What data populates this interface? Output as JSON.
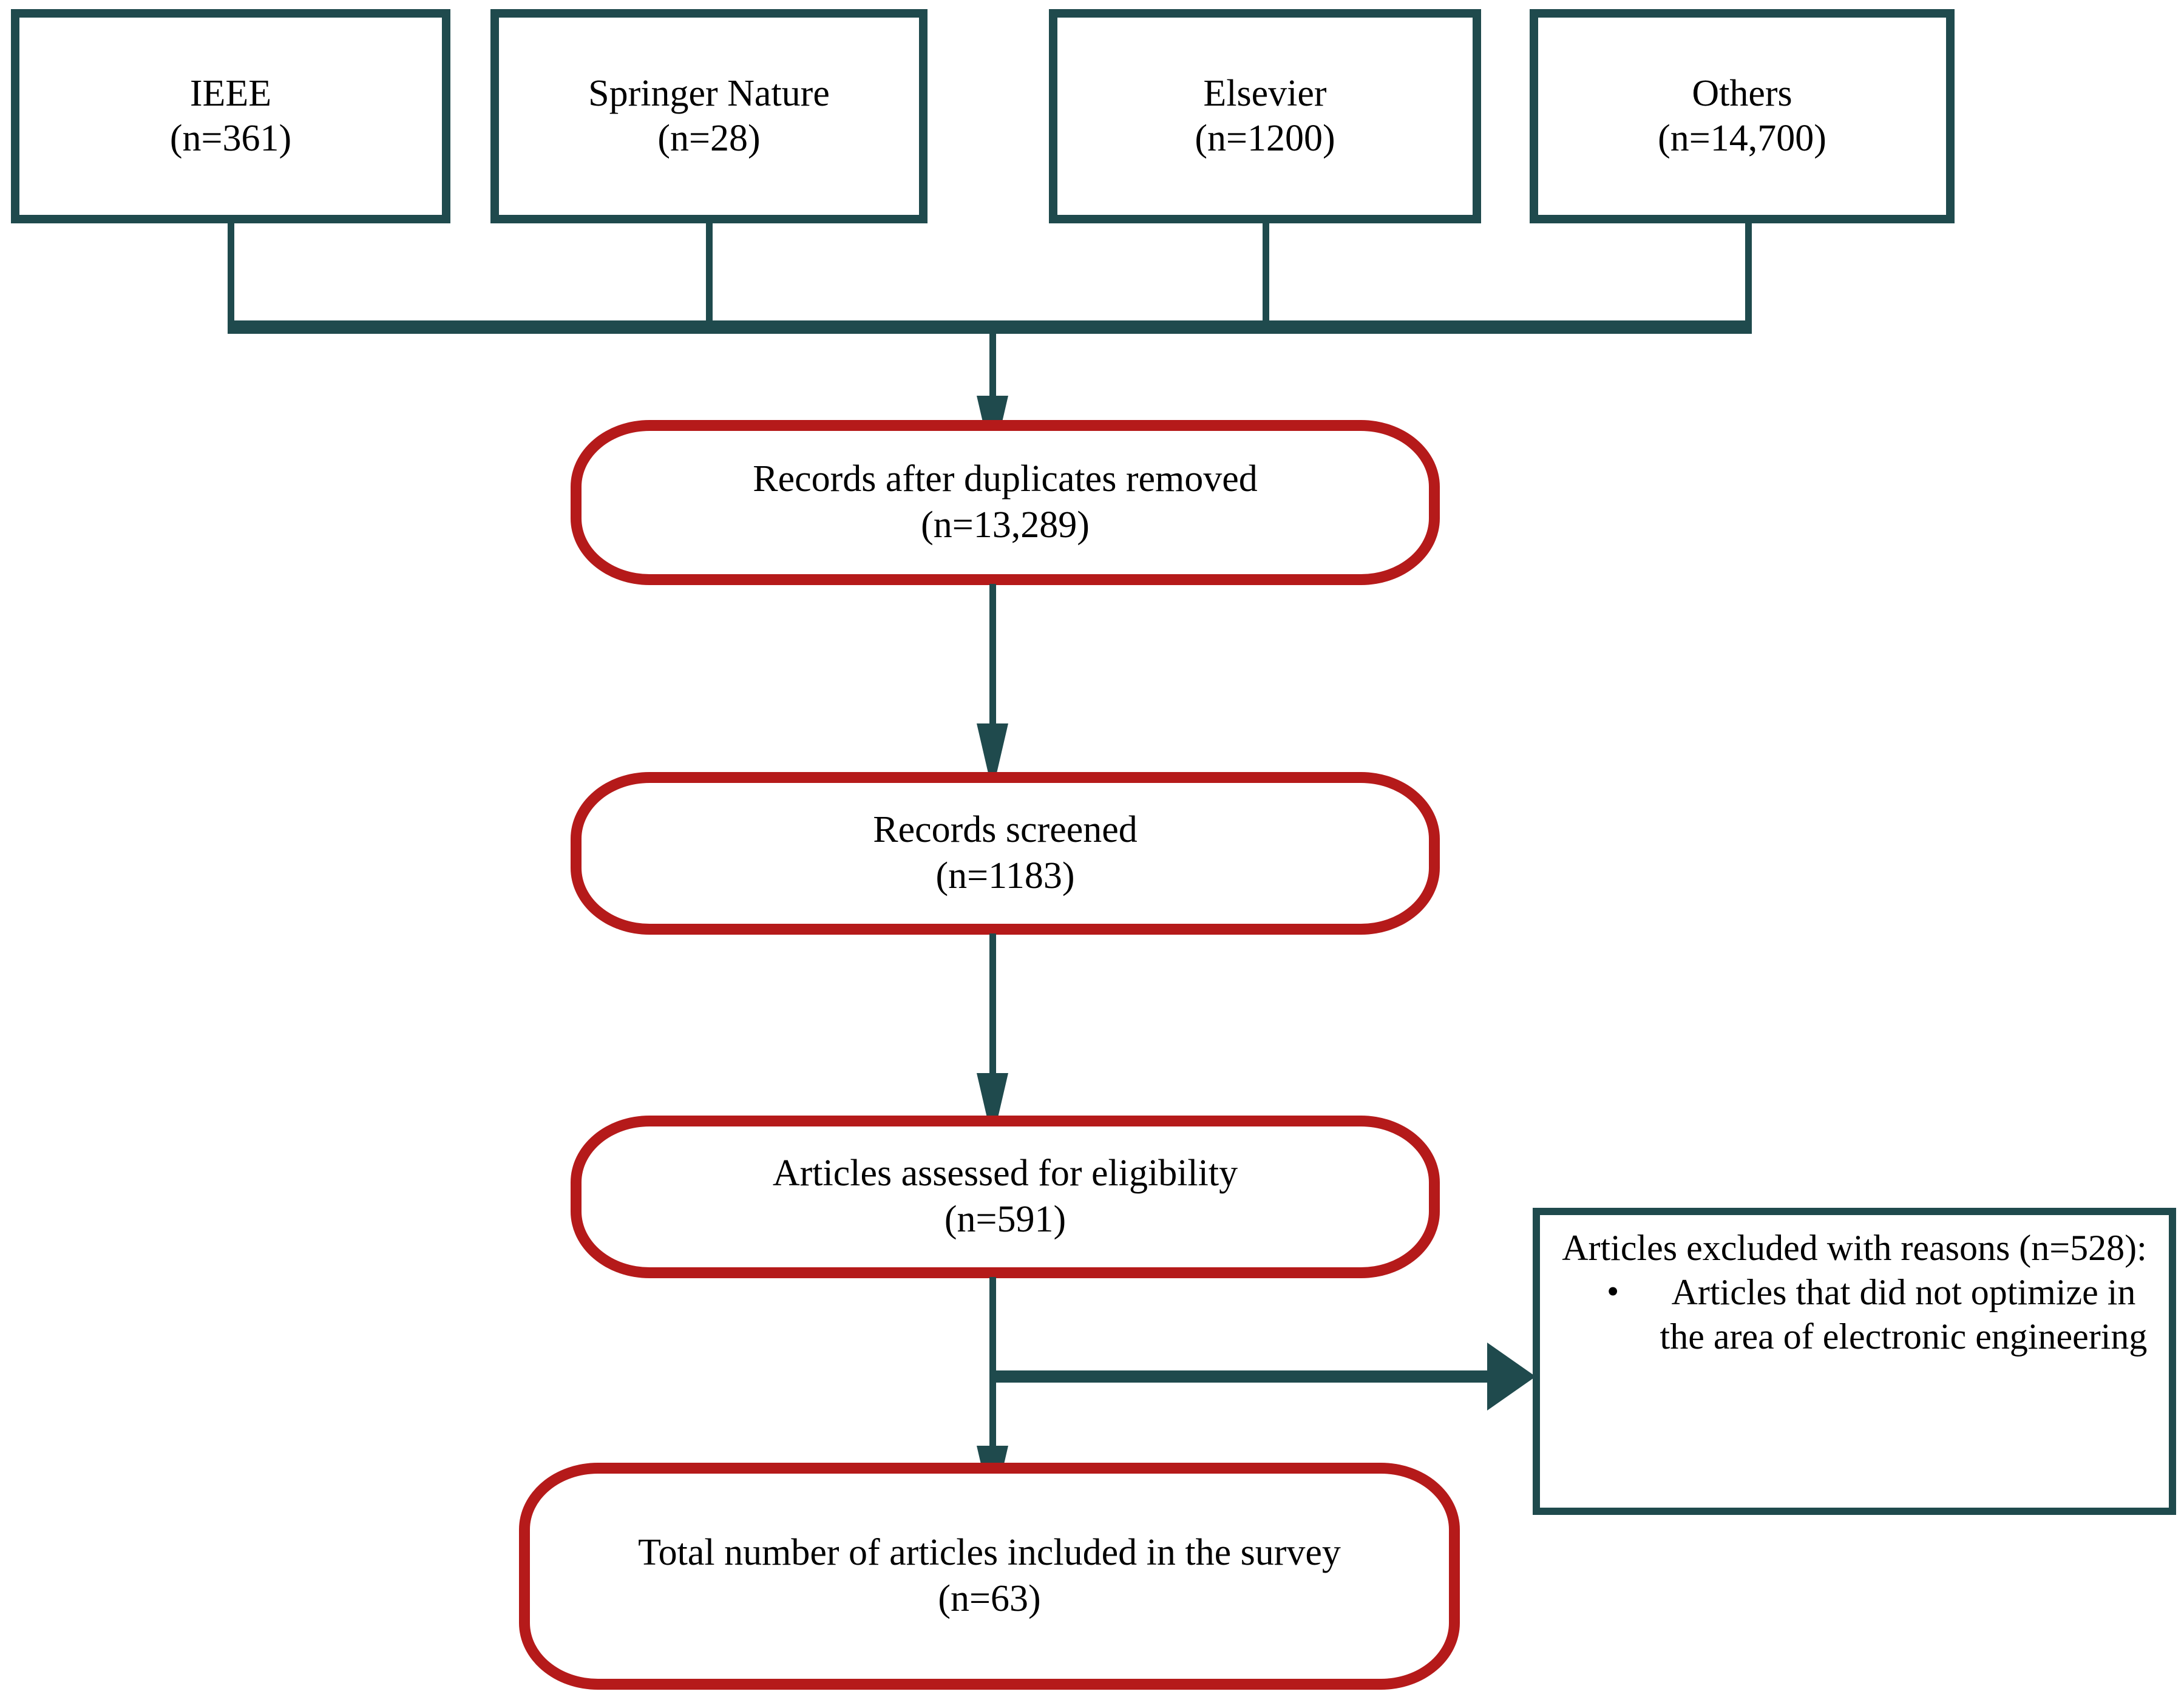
{
  "diagram": {
    "title": "PRISMA article selection flow diagram",
    "colors": {
      "source_box_border": "#1f4a4d",
      "stage_box_border": "#b51a1a",
      "connector": "#1f4a4d",
      "background": "#ffffff",
      "text": "#000000"
    }
  },
  "sources": [
    {
      "name": "IEEE",
      "count_label": "(n=361)"
    },
    {
      "name": "Springer Nature",
      "count_label": "(n=28)"
    },
    {
      "name": "Elsevier",
      "count_label": "(n=1200)"
    },
    {
      "name": "Others",
      "count_label": "(n=14,700)"
    }
  ],
  "stages": [
    {
      "label": "Records after duplicates removed",
      "count_label": "(n=13,289)"
    },
    {
      "label": "Records screened",
      "count_label": "(n=1183)"
    },
    {
      "label": "Articles assessed for eligibility",
      "count_label": "(n=591)"
    },
    {
      "label": "Total number of articles included in the survey",
      "count_label": "(n=63)"
    }
  ],
  "excluded": {
    "heading": "Articles excluded with reasons (n=528):",
    "bullet_glyph": "•",
    "reasons": [
      "Articles that did not optimize in the area of electronic engineering"
    ]
  },
  "chart_data": {
    "type": "diagram",
    "title": "PRISMA flow of article identification, screening, eligibility and inclusion",
    "nodes": [
      {
        "id": "ieee",
        "label": "IEEE",
        "n": 361,
        "shape": "rect",
        "stage": "identification"
      },
      {
        "id": "springer",
        "label": "Springer Nature",
        "n": 28,
        "shape": "rect",
        "stage": "identification"
      },
      {
        "id": "elsevier",
        "label": "Elsevier",
        "n": 1200,
        "shape": "rect",
        "stage": "identification"
      },
      {
        "id": "others",
        "label": "Others",
        "n": 14700,
        "shape": "rect",
        "stage": "identification"
      },
      {
        "id": "dedup",
        "label": "Records after duplicates removed",
        "n": 13289,
        "shape": "stadium",
        "stage": "identification"
      },
      {
        "id": "screened",
        "label": "Records screened",
        "n": 1183,
        "shape": "stadium",
        "stage": "screening"
      },
      {
        "id": "eligible",
        "label": "Articles assessed for eligibility",
        "n": 591,
        "shape": "stadium",
        "stage": "eligibility"
      },
      {
        "id": "excluded",
        "label": "Articles excluded with reasons",
        "n": 528,
        "shape": "rect",
        "stage": "eligibility"
      },
      {
        "id": "included",
        "label": "Total number of articles included in the survey",
        "n": 63,
        "shape": "stadium",
        "stage": "included"
      }
    ],
    "edges": [
      {
        "from": "ieee",
        "to": "dedup"
      },
      {
        "from": "springer",
        "to": "dedup"
      },
      {
        "from": "elsevier",
        "to": "dedup"
      },
      {
        "from": "others",
        "to": "dedup"
      },
      {
        "from": "dedup",
        "to": "screened"
      },
      {
        "from": "screened",
        "to": "eligible"
      },
      {
        "from": "eligible",
        "to": "included"
      },
      {
        "from": "eligible",
        "to": "excluded"
      }
    ]
  }
}
